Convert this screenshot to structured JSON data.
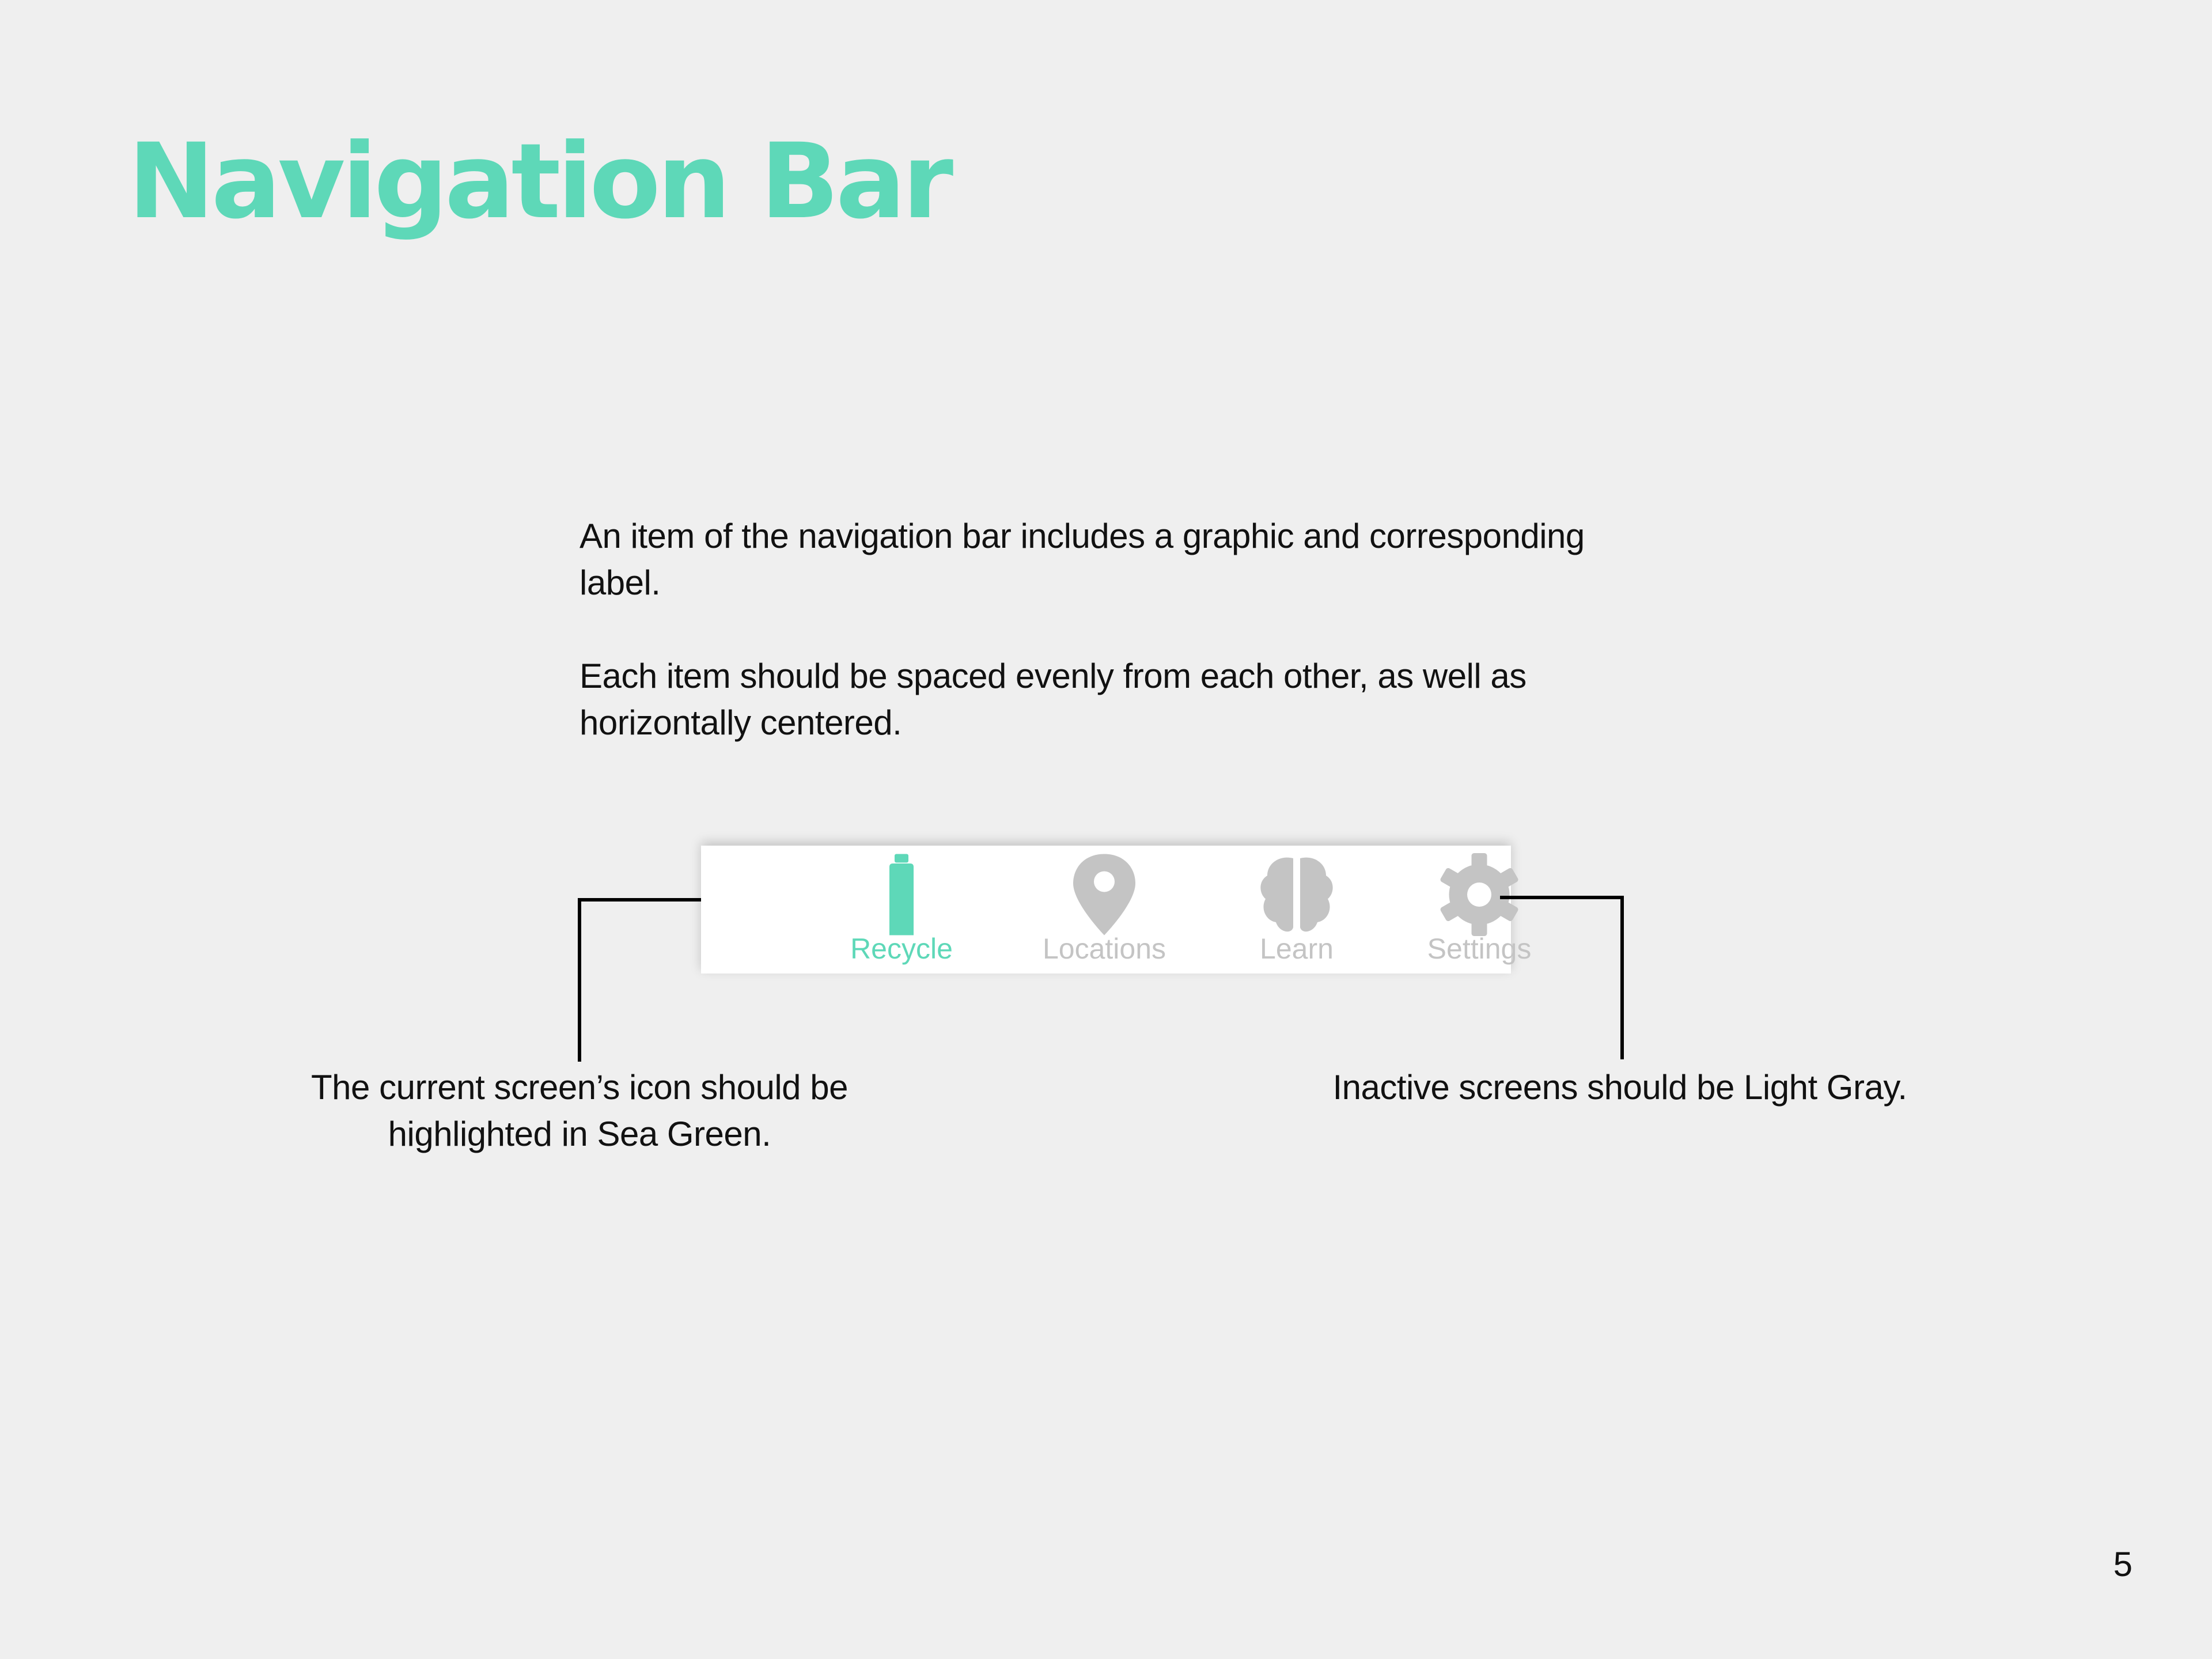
{
  "title": "Navigation Bar",
  "description": [
    "An item of the navigation bar includes a graphic and corresponding label.",
    "Each item should be spaced evenly from each other, as well as horizontally centered."
  ],
  "nav_bar": {
    "items": [
      {
        "label": "Recycle",
        "icon": "bottle-icon",
        "state": "active"
      },
      {
        "label": "Locations",
        "icon": "map-pin-icon",
        "state": "inactive"
      },
      {
        "label": "Learn",
        "icon": "brain-icon",
        "state": "inactive"
      },
      {
        "label": "Settings",
        "icon": "gear-icon",
        "state": "inactive"
      }
    ]
  },
  "callouts": {
    "active_note": [
      "The current screen’s icon should be",
      "highlighted in Sea Green."
    ],
    "inactive_note": "Inactive screens should be Light Gray."
  },
  "colors": {
    "sea_green": "#5ed8b8",
    "light_gray": "#c4c4c4",
    "background": "#efefef"
  },
  "page_number": "5"
}
